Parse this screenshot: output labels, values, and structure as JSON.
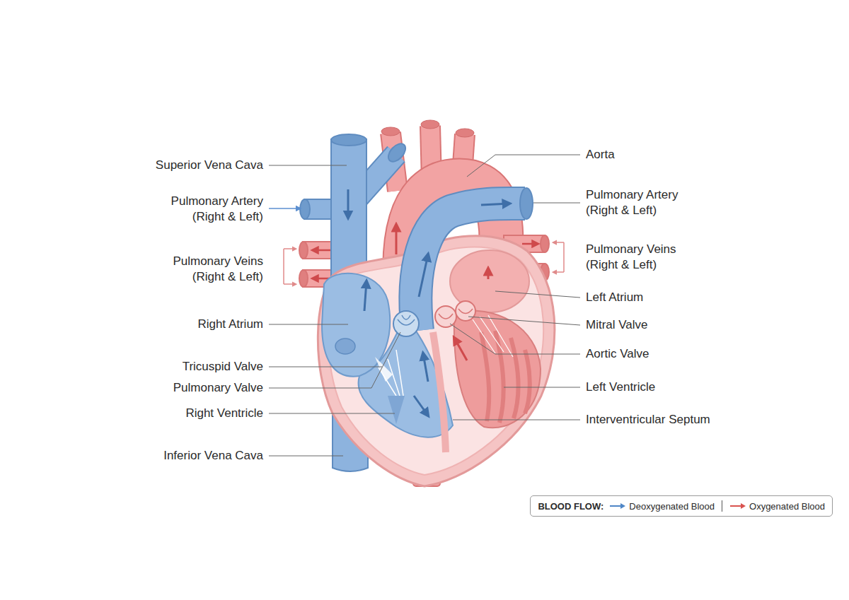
{
  "diagram": {
    "labels": [
      "Superior Vena Cava",
      "Pulmonary Artery (Right & Left)",
      "Pulmonary Veins (Right & Left)",
      "Right Atrium",
      "Tricuspid Valve",
      "Pulmonary Valve",
      "Right Ventricle",
      "Inferior Vena Cava",
      "Aorta",
      "Pulmonary Artery (Right & Left)",
      "Pulmonary Veins (Right & Left)",
      "Left Atrium",
      "Mitral Valve",
      "Aortic Valve",
      "Left Ventricle",
      "Interventricular Septum",
      "BLOOD FLOW:"
    ],
    "legend": [
      {
        "text": "Deoxygenated Blood"
      },
      {
        "text": "Oxygenated Blood"
      }
    ]
  }
}
